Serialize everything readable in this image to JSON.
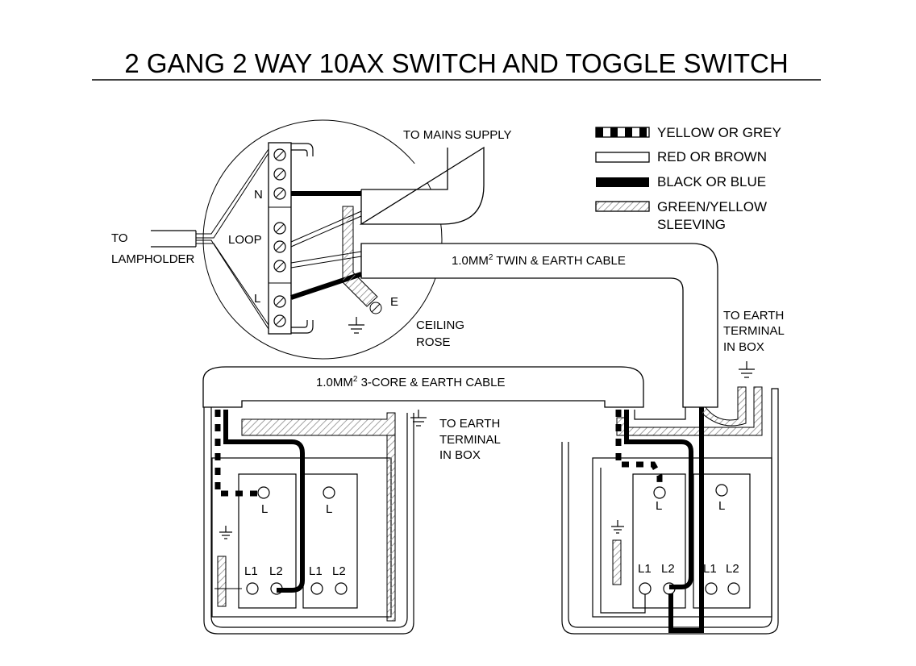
{
  "title": "2 GANG 2 WAY 10AX SWITCH  AND TOGGLE SWITCH",
  "legend": [
    {
      "label": "YELLOW OR GREY",
      "pattern": "checker"
    },
    {
      "label": "RED OR BROWN",
      "pattern": "white"
    },
    {
      "label": "BLACK OR BLUE",
      "pattern": "black"
    },
    {
      "label": "GREEN/YELLOW",
      "label2": "SLEEVING",
      "pattern": "hatch"
    }
  ],
  "labels": {
    "mains": "TO MAINS SUPPLY",
    "to": "TO",
    "lampholder": "LAMPHOLDER",
    "n": "N",
    "loop": "LOOP",
    "l": "L",
    "e": "E",
    "ceiling": "CEILING",
    "rose": "ROSE",
    "twin_cable": "1.0MM",
    "twin_cable_sup": "2",
    "twin_cable_rest": " TWIN & EARTH CABLE",
    "core_cable": "1.0MM",
    "core_cable_sup": "2",
    "core_cable_rest": " 3-CORE & EARTH CABLE",
    "earth_left_1": "TO EARTH",
    "earth_left_2": "TERMINAL",
    "earth_left_3": "IN BOX",
    "earth_right_1": "TO EARTH",
    "earth_right_2": "TERMINAL",
    "earth_right_3": "IN BOX"
  },
  "switches": {
    "left_a": {
      "l": "L",
      "l1": "L1",
      "l2": "L2"
    },
    "left_b": {
      "l": "L",
      "l1": "L1",
      "l2": "L2"
    },
    "right_a": {
      "l": "L",
      "l1": "L1",
      "l2": "L2"
    },
    "right_b": {
      "l": "L",
      "l1": "L1",
      "l2": "L2"
    }
  },
  "colors": {
    "ink": "#000000",
    "wire_fill": "#ffffff",
    "hatch": "#9a9a9a"
  }
}
